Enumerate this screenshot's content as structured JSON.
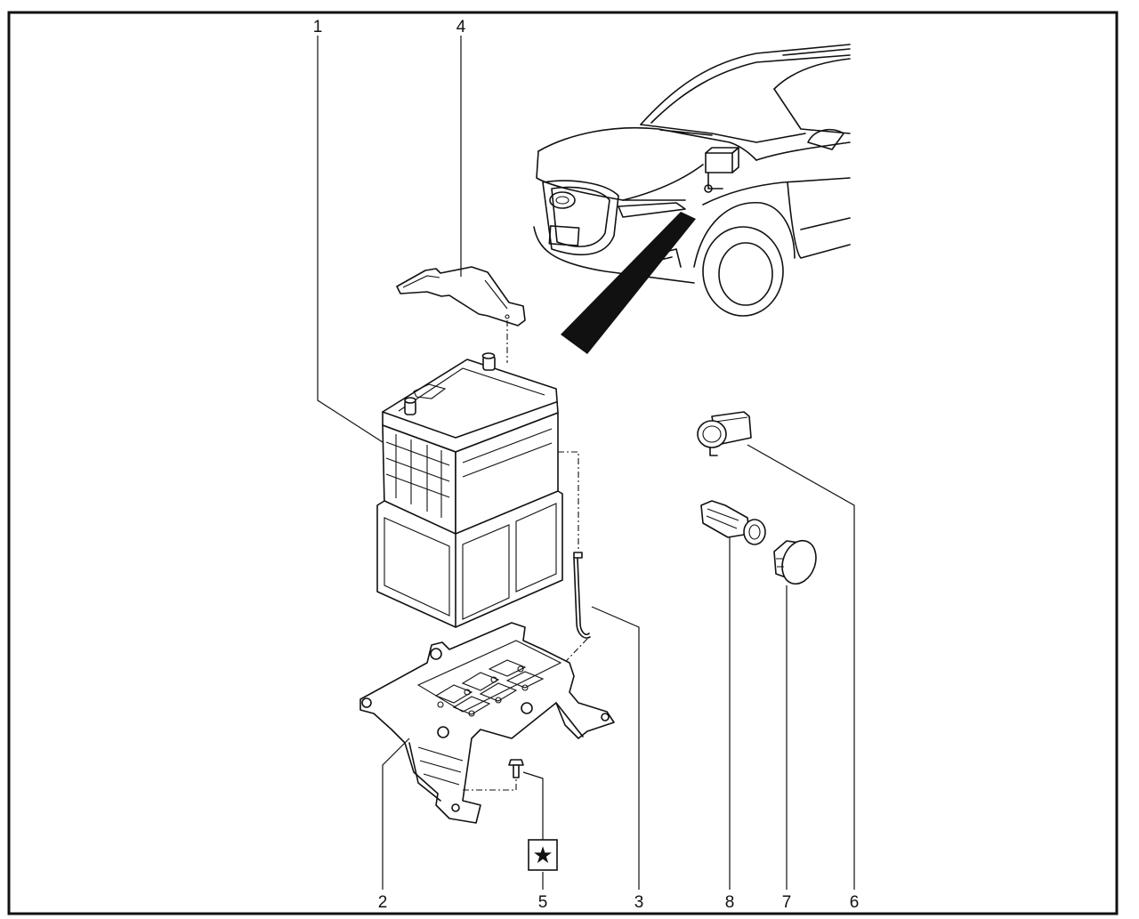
{
  "callouts": {
    "c1": "1",
    "c2": "2",
    "c3": "3",
    "c4": "4",
    "c5": "5",
    "c6": "6",
    "c7": "7",
    "c8": "8"
  },
  "icons": {
    "torque": "star-icon",
    "torque_glyph": "★"
  }
}
